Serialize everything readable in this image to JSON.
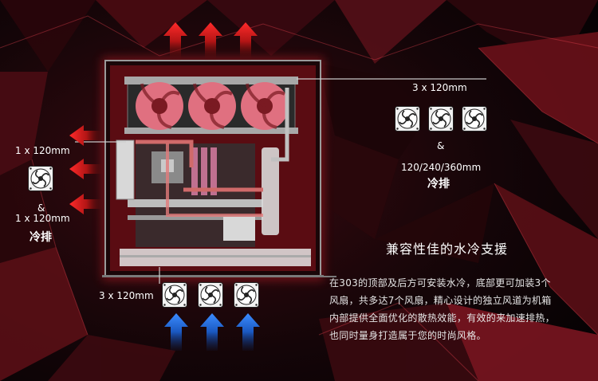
{
  "colors": {
    "exhaust_arrow": "#d81d1d",
    "intake_arrow": "#1e6fd9",
    "glow": "#e0303a",
    "background": "#0a0506"
  },
  "top_exhaust": {
    "count_label": "3 x 120mm",
    "and_label": "&",
    "radiator_label": "120/240/360mm",
    "exhaust_label": "冷排"
  },
  "rear_exhaust": {
    "count_label": "1 x 120mm",
    "and_label": "&",
    "radiator_count_label": "1 x 120mm",
    "exhaust_label": "冷排"
  },
  "bottom_intake": {
    "count_label": "3 x 120mm"
  },
  "feature": {
    "title": "兼容性佳的水冷支援",
    "description_lines": [
      "在303的顶部及后方可安装水冷，底部更可加装3个",
      "风扇，共多达7个风扇，精心设计的独立风道为机箱",
      "内部提供全面优化的散热效能，有效的来加速排热，",
      "也同时量身打造属于您的时尚风格。"
    ]
  },
  "icons": {
    "fan": "fan-icon",
    "exhaust_arrow": "red-arrow-icon",
    "intake_arrow": "blue-arrow-icon"
  }
}
